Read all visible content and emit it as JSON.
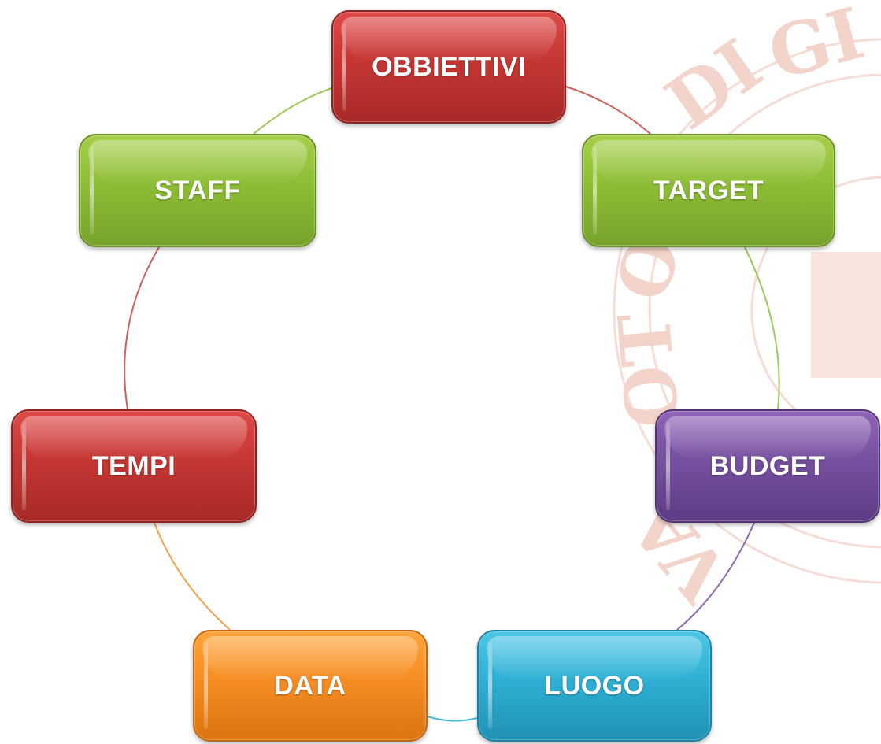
{
  "diagram": {
    "nodes": [
      {
        "label": "OBBIETTIVI",
        "color": "#c53633"
      },
      {
        "label": "TARGET",
        "color": "#8dbd35"
      },
      {
        "label": "BUDGET",
        "color": "#76509f"
      },
      {
        "label": "LUOGO",
        "color": "#2fb0d4"
      },
      {
        "label": "DATA",
        "color": "#f68d24"
      },
      {
        "label": "TEMPI",
        "color": "#c53633"
      },
      {
        "label": "STAFF",
        "color": "#8dbd35"
      }
    ],
    "cycle_order": [
      "OBBIETTIVI",
      "TARGET",
      "BUDGET",
      "LUOGO",
      "DATA",
      "TEMPI",
      "STAFF"
    ],
    "connector_colors": [
      "#c53633",
      "#8dbd35",
      "#76509f",
      "#2fb0d4",
      "#f68d24",
      "#c53633",
      "#8dbd35"
    ]
  },
  "background": {
    "watermark": "university-seal",
    "watermark_color": "#f3d9d2"
  }
}
